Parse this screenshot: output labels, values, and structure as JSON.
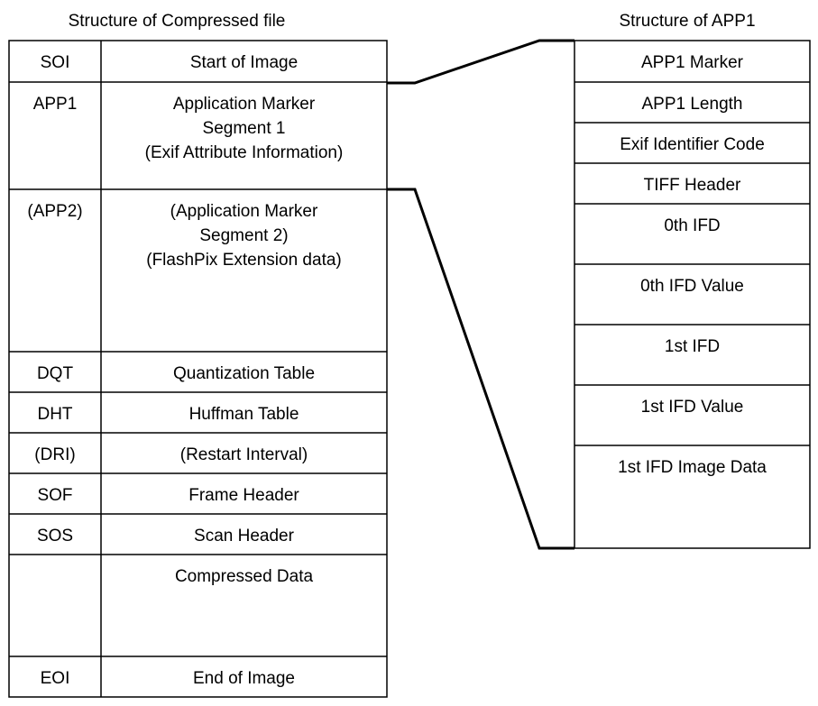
{
  "left_table": {
    "title": "Structure of Compressed file",
    "rows": [
      {
        "marker": "SOI",
        "description": [
          "Start of Image"
        ]
      },
      {
        "marker": "APP1",
        "description": [
          "Application Marker",
          "Segment 1",
          "(Exif Attribute Information)"
        ]
      },
      {
        "marker": "(APP2)",
        "description": [
          "(Application Marker",
          "Segment 2)",
          "(FlashPix Extension data)"
        ]
      },
      {
        "marker": "DQT",
        "description": [
          "Quantization Table"
        ]
      },
      {
        "marker": "DHT",
        "description": [
          "Huffman Table"
        ]
      },
      {
        "marker": "(DRI)",
        "description": [
          "(Restart Interval)"
        ]
      },
      {
        "marker": "SOF",
        "description": [
          "Frame Header"
        ]
      },
      {
        "marker": "SOS",
        "description": [
          "Scan Header"
        ]
      },
      {
        "marker": "",
        "description": [
          "Compressed Data"
        ]
      },
      {
        "marker": "EOI",
        "description": [
          "End of Image"
        ]
      }
    ]
  },
  "right_table": {
    "title": "Structure of APP1",
    "rows": [
      "APP1 Marker",
      "APP1 Length",
      "Exif Identifier Code",
      "TIFF Header",
      "0th IFD",
      "0th IFD Value",
      "1st IFD",
      "1st IFD Value",
      "1st IFD Image Data"
    ]
  },
  "colors": {
    "line": "#000000",
    "background": "#ffffff",
    "text": "#000000"
  }
}
